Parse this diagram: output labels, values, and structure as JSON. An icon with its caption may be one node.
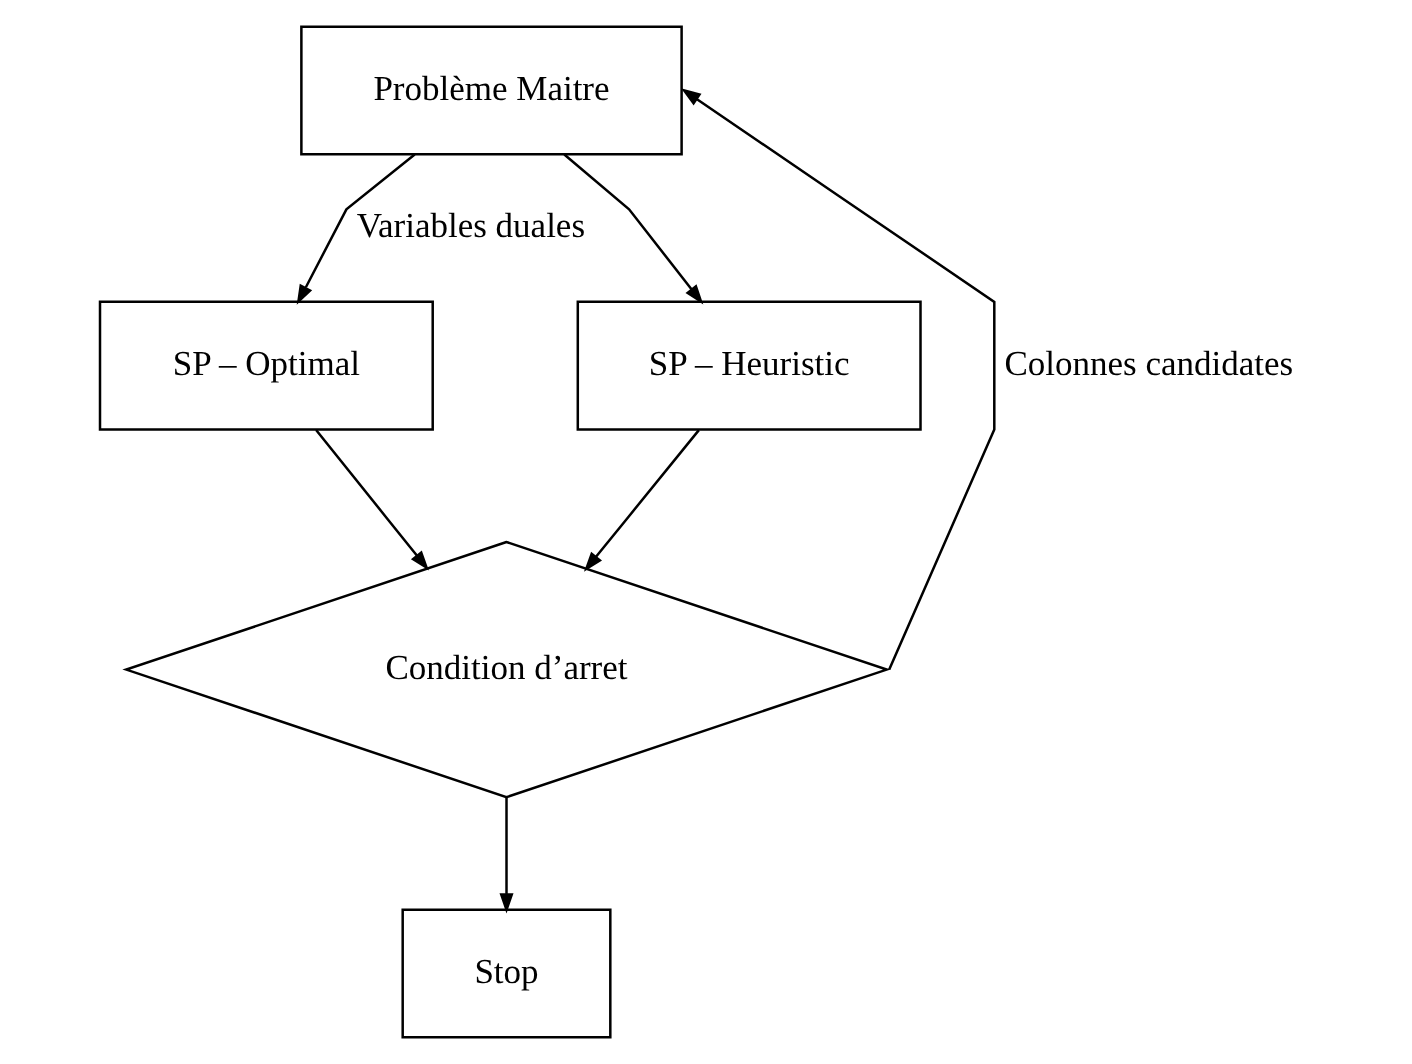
{
  "diagram": {
    "nodes": [
      {
        "text": [
          "Problème Maitre"
        ]
      },
      {
        "text": [
          "SP – Optimal"
        ]
      },
      {
        "text": [
          "SP – Heuristic"
        ]
      },
      {
        "text": [
          "Condition d’arret"
        ]
      },
      {
        "text": [
          "Stop"
        ]
      }
    ],
    "edges": [
      {
        "from": 0,
        "to": 1,
        "arrow": "to",
        "label": "Variables duales"
      },
      {
        "from": 0,
        "to": 2,
        "arrow": "to"
      },
      {
        "from": 1,
        "to": 3,
        "arrow": "to"
      },
      {
        "from": 2,
        "to": 3,
        "arrow": "to"
      },
      {
        "from": 3,
        "to": 4,
        "arrow": "to"
      },
      {
        "from": 3,
        "to": 0,
        "arrow": "to",
        "label": "Colonnes candidates"
      }
    ]
  }
}
